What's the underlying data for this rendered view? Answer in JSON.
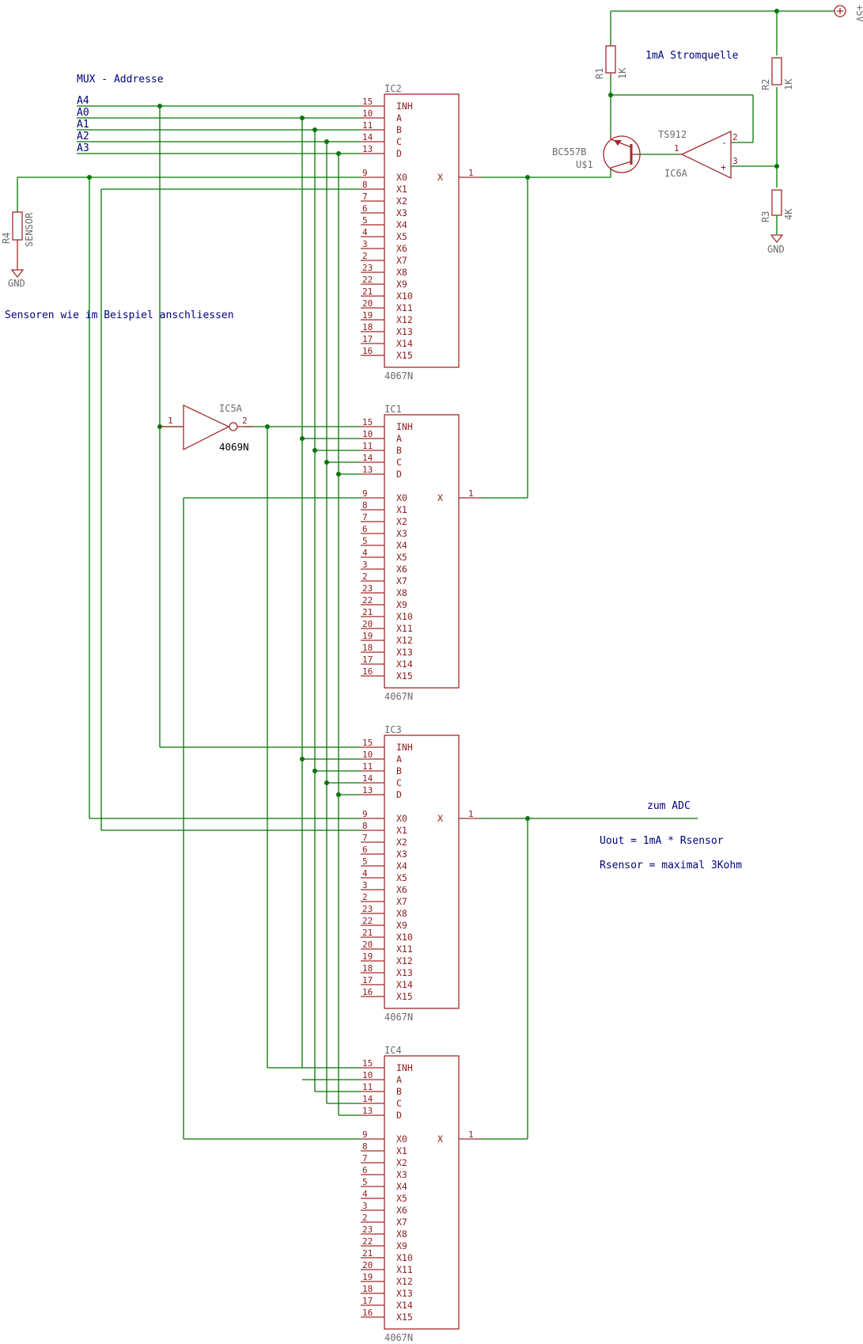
{
  "ics": [
    {
      "name": "IC2",
      "value": "4067N"
    },
    {
      "name": "IC1",
      "value": "4067N"
    },
    {
      "name": "IC3",
      "value": "4067N"
    },
    {
      "name": "IC4",
      "value": "4067N"
    }
  ],
  "mux_pins": [
    {
      "num": "15",
      "label": "INH"
    },
    {
      "num": "10",
      "label": "A"
    },
    {
      "num": "11",
      "label": "B"
    },
    {
      "num": "14",
      "label": "C"
    },
    {
      "num": "13",
      "label": "D"
    },
    {
      "num": "9",
      "label": "X0"
    },
    {
      "num": "8",
      "label": "X1"
    },
    {
      "num": "7",
      "label": "X2"
    },
    {
      "num": "6",
      "label": "X3"
    },
    {
      "num": "5",
      "label": "X4"
    },
    {
      "num": "4",
      "label": "X5"
    },
    {
      "num": "3",
      "label": "X6"
    },
    {
      "num": "2",
      "label": "X7"
    },
    {
      "num": "23",
      "label": "X8"
    },
    {
      "num": "22",
      "label": "X9"
    },
    {
      "num": "21",
      "label": "X10"
    },
    {
      "num": "20",
      "label": "X11"
    },
    {
      "num": "19",
      "label": "X12"
    },
    {
      "num": "18",
      "label": "X13"
    },
    {
      "num": "17",
      "label": "X14"
    },
    {
      "num": "16",
      "label": "X15"
    }
  ],
  "mux_output": {
    "num": "1",
    "label": "X"
  },
  "address_lines": [
    "A4",
    "A0",
    "A1",
    "A2",
    "A3"
  ],
  "labels": {
    "mux_address": "MUX - Addresse",
    "sensor_note": "Sensoren wie im Beispiel anschliessen",
    "current_source": "1mA Stromquelle",
    "to_adc": "zum ADC",
    "formula_vout": "Uout = 1mA * Rsensor",
    "formula_rmax": "Rsensor = maximal 3Kohm"
  },
  "inverter": {
    "name": "IC5A",
    "value": "4069N",
    "pin_in": "1",
    "pin_out": "2"
  },
  "opamp": {
    "name": "IC6A",
    "value": "TS912",
    "pin_out": "1",
    "pin_inv": "2",
    "pin_noninv": "3",
    "sign_minus": "-",
    "sign_plus": "+"
  },
  "transistor": {
    "name": "U$1",
    "value": "BC557B"
  },
  "resistors": [
    {
      "name": "R1",
      "value": "1K"
    },
    {
      "name": "R2",
      "value": "1K"
    },
    {
      "name": "R3",
      "value": "4K"
    },
    {
      "name": "R4",
      "value": "SENSOR"
    }
  ],
  "supply": {
    "label": "+5V"
  },
  "grounds": [
    "GND",
    "GND"
  ]
}
